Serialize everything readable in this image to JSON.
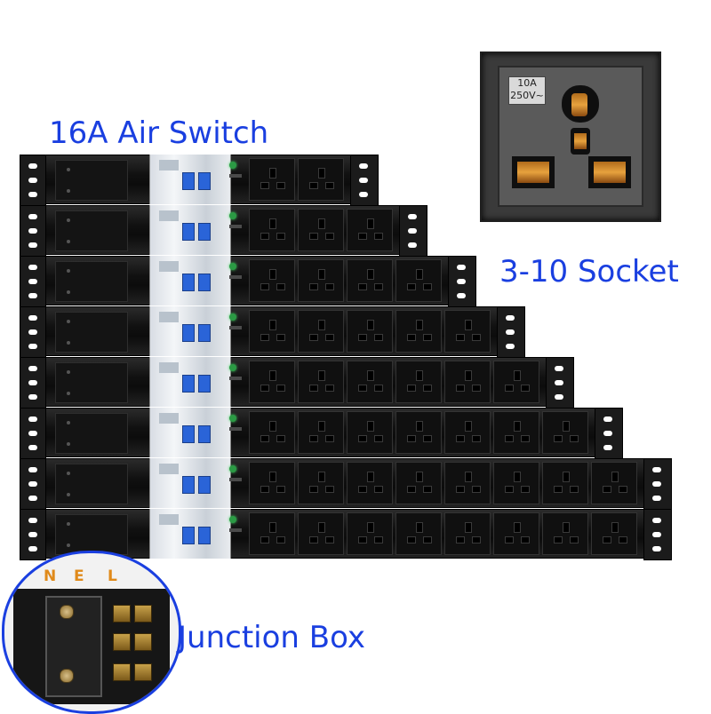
{
  "labels": {
    "air_switch": "16A Air Switch",
    "socket_range": "3-10 Socket",
    "junction_box": "Junction Box"
  },
  "socket_detail": {
    "rating_line1": "10A",
    "rating_line2": "250V~"
  },
  "junction_terminals": {
    "n": "N",
    "e": "E",
    "l": "L"
  },
  "pdu_rows": [
    {
      "sockets": 2
    },
    {
      "sockets": 3
    },
    {
      "sockets": 4
    },
    {
      "sockets": 5
    },
    {
      "sockets": 6
    },
    {
      "sockets": 7
    },
    {
      "sockets": 8
    },
    {
      "sockets": 8
    }
  ],
  "colors": {
    "label_text": "#1a3fe0",
    "terminal_label": "#e08a1a",
    "breaker_toggle": "#2a64d8"
  }
}
